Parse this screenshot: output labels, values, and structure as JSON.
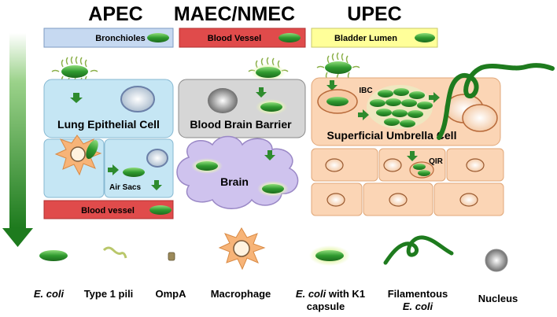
{
  "headers": {
    "apec": "APEC",
    "maec_nmec": "MAEC/NMEC",
    "upec": "UPEC"
  },
  "site_bars": {
    "bronchioles": "Bronchioles",
    "blood_vessel_top": "Blood Vessel",
    "bladder_lumen": "Bladder Lumen",
    "blood_vessel_bottom": "Blood vessel"
  },
  "cells": {
    "lung_epithelial": "Lung Epithelial Cell",
    "blood_brain_barrier": "Blood Brain Barrier",
    "superficial_umbrella": "Superficial Umbrella Cell",
    "air_sacs": "Air Sacs",
    "brain": "Brain",
    "ibc": "IBC",
    "qir": "QIR"
  },
  "legend": {
    "ecoli": "E. coli",
    "type1_pili": "Type 1 pili",
    "ompa": "OmpA",
    "macrophage": "Macrophage",
    "ecoli_k1_line1_italic": "E. coli",
    "ecoli_k1_line1_rest": " with K1",
    "ecoli_k1_line2": "capsule",
    "filamentous_line1": "Filamentous",
    "filamentous_line2": "E. coli",
    "nucleus": "Nucleus"
  },
  "colors": {
    "bronchioles_bar": "#c6d9f1",
    "blood_vessel_bar": "#e04b4b",
    "bladder_bar": "#ffff99",
    "lung_cell": "#c5e6f4",
    "bbb_cell": "#d6d6d6",
    "umbrella_cell": "#fbd5b5",
    "brain_cloud": "#cfc3ee",
    "bacterium": "#2e8b2e",
    "filament": "#1e7b1e",
    "arrow": "#2e8b2e",
    "macrophage": "#f7b478"
  }
}
